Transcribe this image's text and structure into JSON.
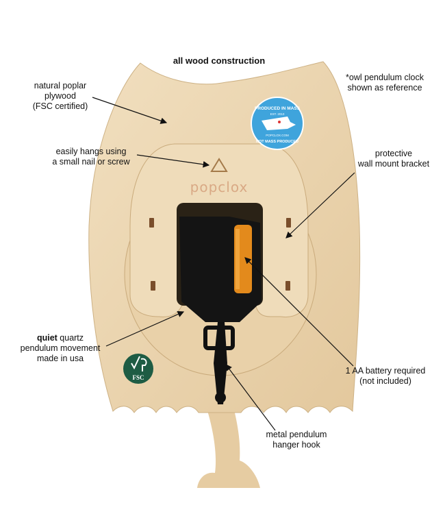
{
  "title": "all wood construction",
  "reference_note": [
    "*owl pendulum clock",
    "shown as reference"
  ],
  "callouts": {
    "plywood": [
      "natural poplar",
      "plywood",
      "(FSC certified)"
    ],
    "hanging": [
      "easily hangs using",
      "a small nail or screw"
    ],
    "bracket": [
      "protective",
      "wall mount bracket"
    ],
    "movement": {
      "bold": "quiet",
      "rest": " quartz",
      "lines": [
        "pendulum movement",
        "made in usa"
      ]
    },
    "battery": [
      "1 AA battery required",
      "(not included)"
    ],
    "hook": [
      "metal pendulum",
      "hanger hook"
    ]
  },
  "engraving": "popclox",
  "badge": {
    "top": "PRODUCED IN MASS",
    "est": "EST. 2010",
    "url": "POPCLOX.COM",
    "bottom": "NOT MASS PRODUCED",
    "color": "#3fa4dc"
  },
  "fsc_logo": {
    "text": "FSC",
    "color": "#1e5c44"
  },
  "colors": {
    "wood": "#ecd6b2",
    "wood_dark": "#d9bf94",
    "movement": "#141414",
    "battery": "#e38a1c"
  }
}
